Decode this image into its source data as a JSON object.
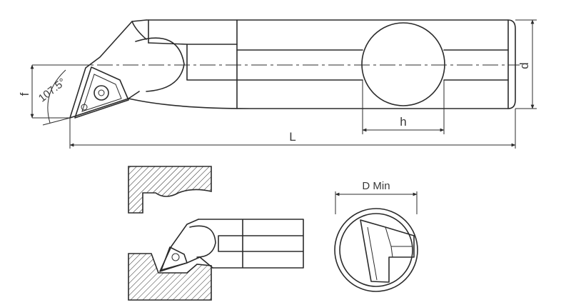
{
  "labels": {
    "f": "f",
    "angle": "107.5°",
    "d": "d",
    "h": "h",
    "L": "L",
    "d_min": "D Min"
  },
  "colors": {
    "line": "#2b2b2b",
    "text": "#3a3a3a",
    "background": "#ffffff"
  }
}
